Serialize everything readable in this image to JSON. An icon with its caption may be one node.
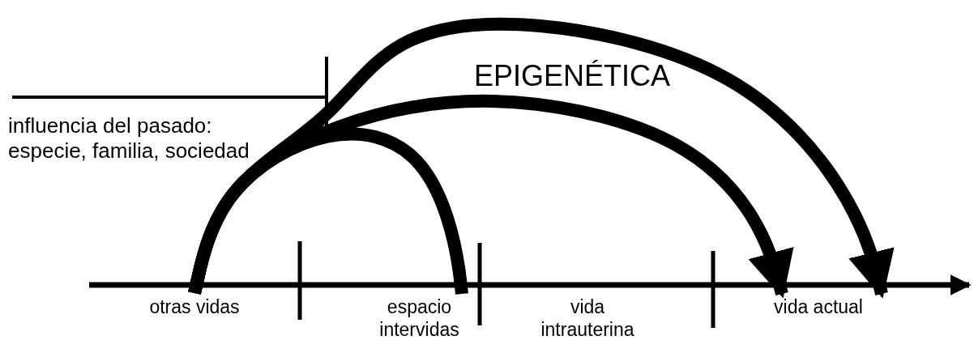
{
  "diagram": {
    "nodes": [
      {
        "text": [
          "otras vidas"
        ]
      },
      {
        "text": [
          "espacio intervidas"
        ]
      },
      {
        "text": [
          "vida intrauterina"
        ]
      },
      {
        "text": [
          "vida actual"
        ]
      }
    ],
    "edges": [
      {
        "from": 0,
        "to": 3,
        "arrow": "to"
      },
      {
        "from": 0,
        "to": 3,
        "arrow": "to"
      },
      {
        "from": 0,
        "to": 1,
        "arrow": "none"
      }
    ],
    "labels": [
      "EPIGENÉTICA",
      "influencia del pasado: especie, familia, sociedad"
    ]
  }
}
